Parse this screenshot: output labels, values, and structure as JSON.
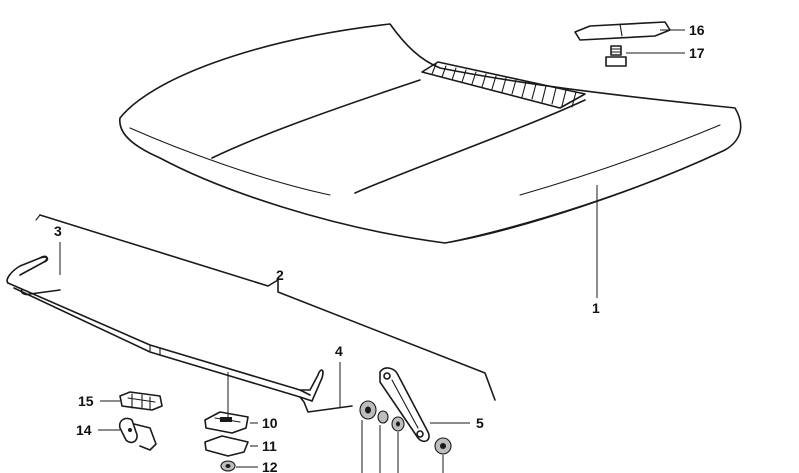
{
  "callouts": {
    "c1": "1",
    "c2": "2",
    "c3": "3",
    "c4": "4",
    "c5": "5",
    "c10": "10",
    "c11": "11",
    "c12": "12",
    "c14": "14",
    "c15": "15",
    "c16": "16",
    "c17": "17"
  },
  "colors": {
    "line": "#1a1a1a",
    "background": "#ffffff"
  }
}
